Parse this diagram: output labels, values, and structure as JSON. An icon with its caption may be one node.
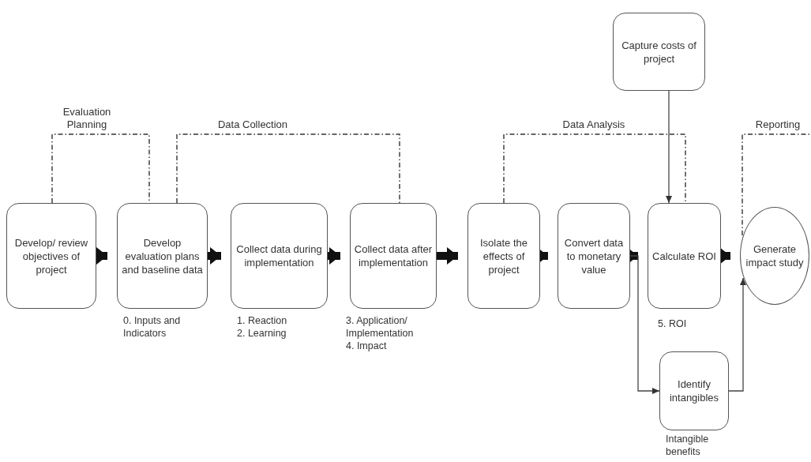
{
  "diagram": {
    "nodes": [
      {
        "text": [
          "Develop/ review objectives of project"
        ]
      },
      {
        "text": [
          "Develop evaluation plans and baseline data"
        ],
        "beside": [
          "0. Inputs and Indicators"
        ]
      },
      {
        "text": [
          "Collect data during implementation"
        ],
        "beside": [
          "1. Reaction",
          "2. Learning"
        ]
      },
      {
        "text": [
          "Collect data after implementation"
        ],
        "beside": [
          "3. Application/ Implementation",
          "4. Impact"
        ]
      },
      {
        "text": [
          "Isolate the effects of project"
        ]
      },
      {
        "text": [
          "Convert data to monetary value"
        ]
      },
      {
        "text": [
          "Calculate ROI"
        ],
        "beside": [
          "5. ROI"
        ]
      },
      {
        "text": [
          "Generate impact study"
        ]
      },
      {
        "text": [
          "Capture costs of project"
        ]
      },
      {
        "text": [
          "Identify intangibles"
        ],
        "beside": [
          "Intangible benefits"
        ]
      }
    ],
    "edges": [
      {
        "from": 0,
        "to": 1,
        "arrow": "to",
        "style": "thick"
      },
      {
        "from": 1,
        "to": 2,
        "arrow": "to",
        "style": "thick"
      },
      {
        "from": 2,
        "to": 3,
        "arrow": "to",
        "style": "thick"
      },
      {
        "from": 3,
        "to": 4,
        "arrow": "to",
        "style": "thick"
      },
      {
        "from": 4,
        "to": 5,
        "arrow": "to",
        "style": "thick"
      },
      {
        "from": 5,
        "to": 6,
        "arrow": "to",
        "style": "thick"
      },
      {
        "from": 6,
        "to": 7,
        "arrow": "to",
        "style": "thick"
      },
      {
        "from": 8,
        "to": 6,
        "arrow": "to"
      },
      {
        "from": 5,
        "to": 9,
        "arrow": "to"
      },
      {
        "from": 9,
        "to": 7,
        "arrow": "to"
      },
      {
        "from": 0,
        "to": 1,
        "arrow": "none",
        "style": "dashed",
        "label": "Evaluation Planning"
      },
      {
        "from": 1,
        "to": 3,
        "arrow": "none",
        "style": "dashed",
        "label": "Data Collection"
      },
      {
        "from": 4,
        "to": 6,
        "arrow": "none",
        "style": "dashed",
        "label": "Data Analysis"
      },
      {
        "from": 7,
        "to": null,
        "arrow": "none",
        "style": "dashed",
        "label": "Reporting"
      }
    ]
  }
}
